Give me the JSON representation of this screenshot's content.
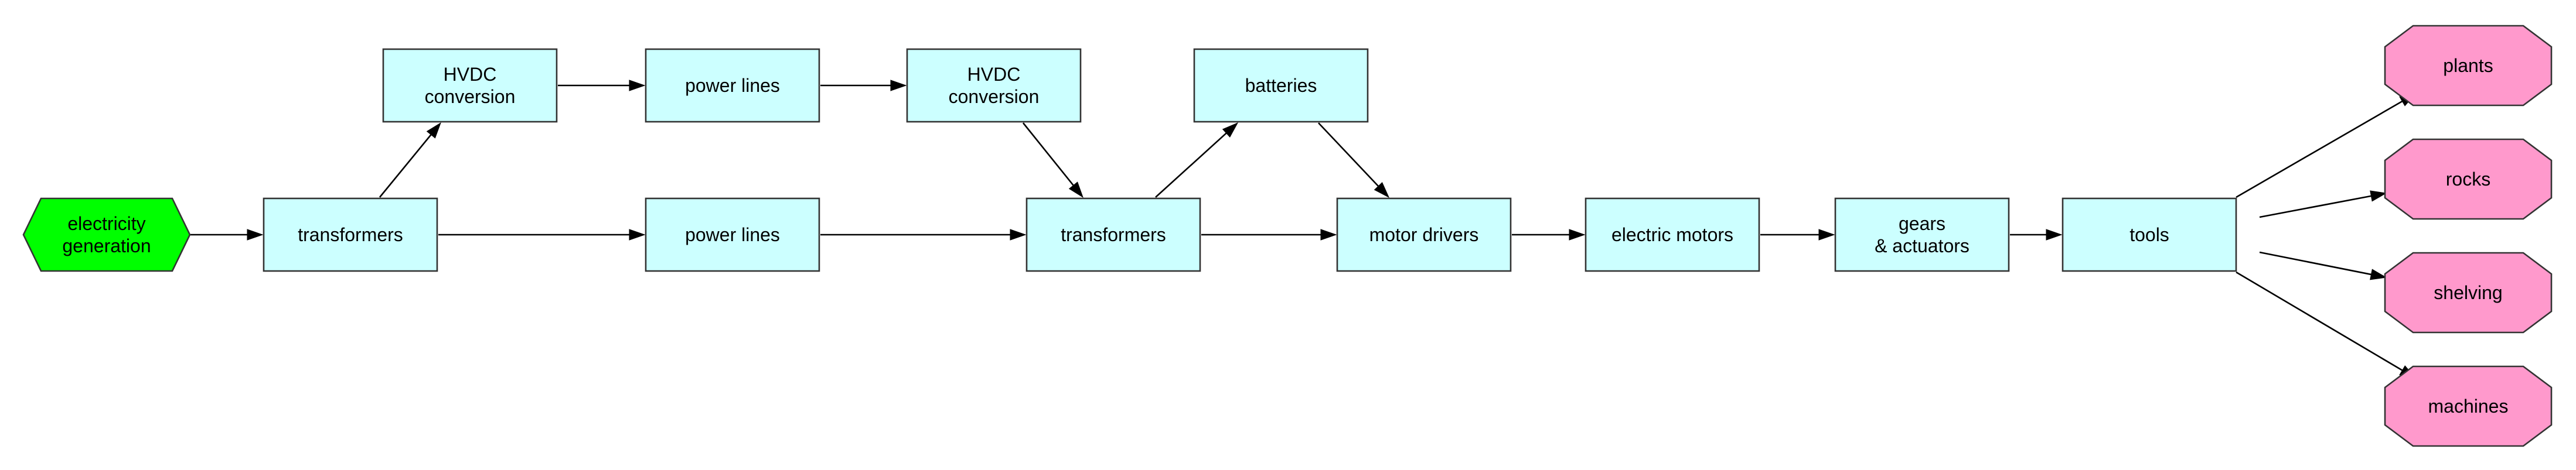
{
  "colors": {
    "source": "#00ff00",
    "process": "#ccffff",
    "sink": "#ff99cc",
    "stroke": "#333333",
    "edge": "#000000"
  },
  "nodes": {
    "generation": {
      "label": "electricity\ngeneration",
      "kind": "source"
    },
    "transformers_1": {
      "label": "transformers",
      "kind": "process"
    },
    "hvdc_1": {
      "label": "HVDC\nconversion",
      "kind": "process"
    },
    "power_lines_top": {
      "label": "power lines",
      "kind": "process"
    },
    "hvdc_2": {
      "label": "HVDC\nconversion",
      "kind": "process"
    },
    "power_lines_bottom": {
      "label": "power lines",
      "kind": "process"
    },
    "transformers_2": {
      "label": "transformers",
      "kind": "process"
    },
    "batteries": {
      "label": "batteries",
      "kind": "process"
    },
    "motor_drivers": {
      "label": "motor drivers",
      "kind": "process"
    },
    "electric_motors": {
      "label": "electric motors",
      "kind": "process"
    },
    "gears": {
      "label": "gears\n& actuators",
      "kind": "process"
    },
    "tools": {
      "label": "tools",
      "kind": "process"
    },
    "plants": {
      "label": "plants",
      "kind": "sink"
    },
    "rocks": {
      "label": "rocks",
      "kind": "sink"
    },
    "shelving": {
      "label": "shelving",
      "kind": "sink"
    },
    "machines": {
      "label": "machines",
      "kind": "sink"
    }
  },
  "edges": [
    [
      "generation",
      "transformers_1"
    ],
    [
      "transformers_1",
      "hvdc_1"
    ],
    [
      "transformers_1",
      "power_lines_bottom"
    ],
    [
      "hvdc_1",
      "power_lines_top"
    ],
    [
      "power_lines_top",
      "hvdc_2"
    ],
    [
      "hvdc_2",
      "transformers_2"
    ],
    [
      "power_lines_bottom",
      "transformers_2"
    ],
    [
      "transformers_2",
      "batteries"
    ],
    [
      "transformers_2",
      "motor_drivers"
    ],
    [
      "batteries",
      "motor_drivers"
    ],
    [
      "motor_drivers",
      "electric_motors"
    ],
    [
      "electric_motors",
      "gears"
    ],
    [
      "gears",
      "tools"
    ],
    [
      "tools",
      "plants"
    ],
    [
      "tools",
      "rocks"
    ],
    [
      "tools",
      "shelving"
    ],
    [
      "tools",
      "machines"
    ]
  ]
}
